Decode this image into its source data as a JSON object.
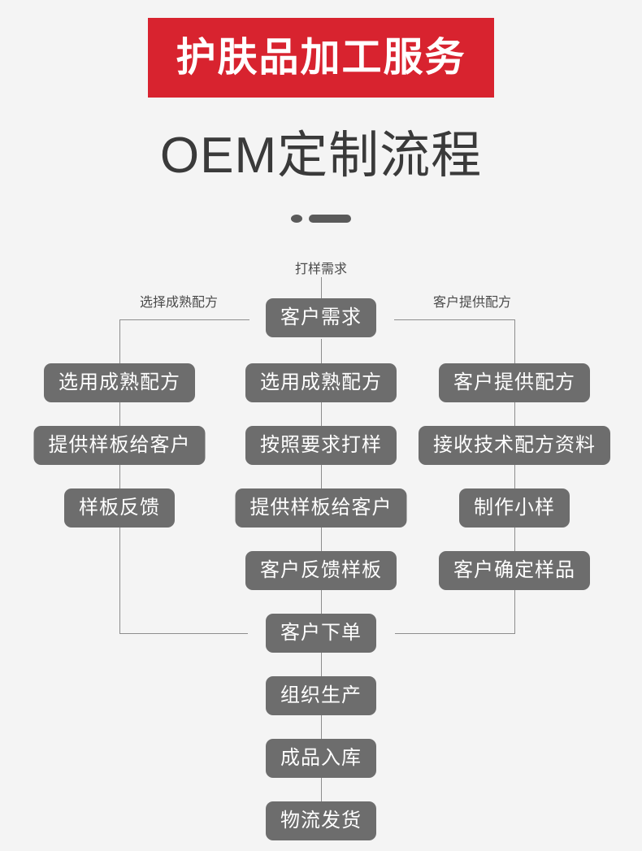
{
  "banner": {
    "text": "护肤品加工服务",
    "bg_color": "#d8232f",
    "text_color": "#ffffff"
  },
  "title": "OEM定制流程",
  "divider": {
    "dot": "",
    "bar": ""
  },
  "theme": {
    "page_bg": "#f4f4f4",
    "node_bg": "#6d6d6d",
    "node_text": "#ffffff",
    "line_color": "#8d8d8d",
    "label_text": "#4a4a4a",
    "title_text": "#3a3a3a"
  },
  "flow": {
    "top_label": "打样需求",
    "left_branch_label": "选择成熟配方",
    "right_branch_label": "客户提供配方",
    "root": "客户需求",
    "left_column": [
      "选用成熟配方",
      "提供样板给客户",
      "样板反馈"
    ],
    "middle_column": [
      "选用成熟配方",
      "按照要求打样",
      "提供样板给客户",
      "客户反馈样板"
    ],
    "right_column": [
      "客户提供配方",
      "接收技术配方资料",
      "制作小样",
      "客户确定样品"
    ],
    "trunk": [
      "客户下单",
      "组织生产",
      "成品入库",
      "物流发货"
    ]
  }
}
